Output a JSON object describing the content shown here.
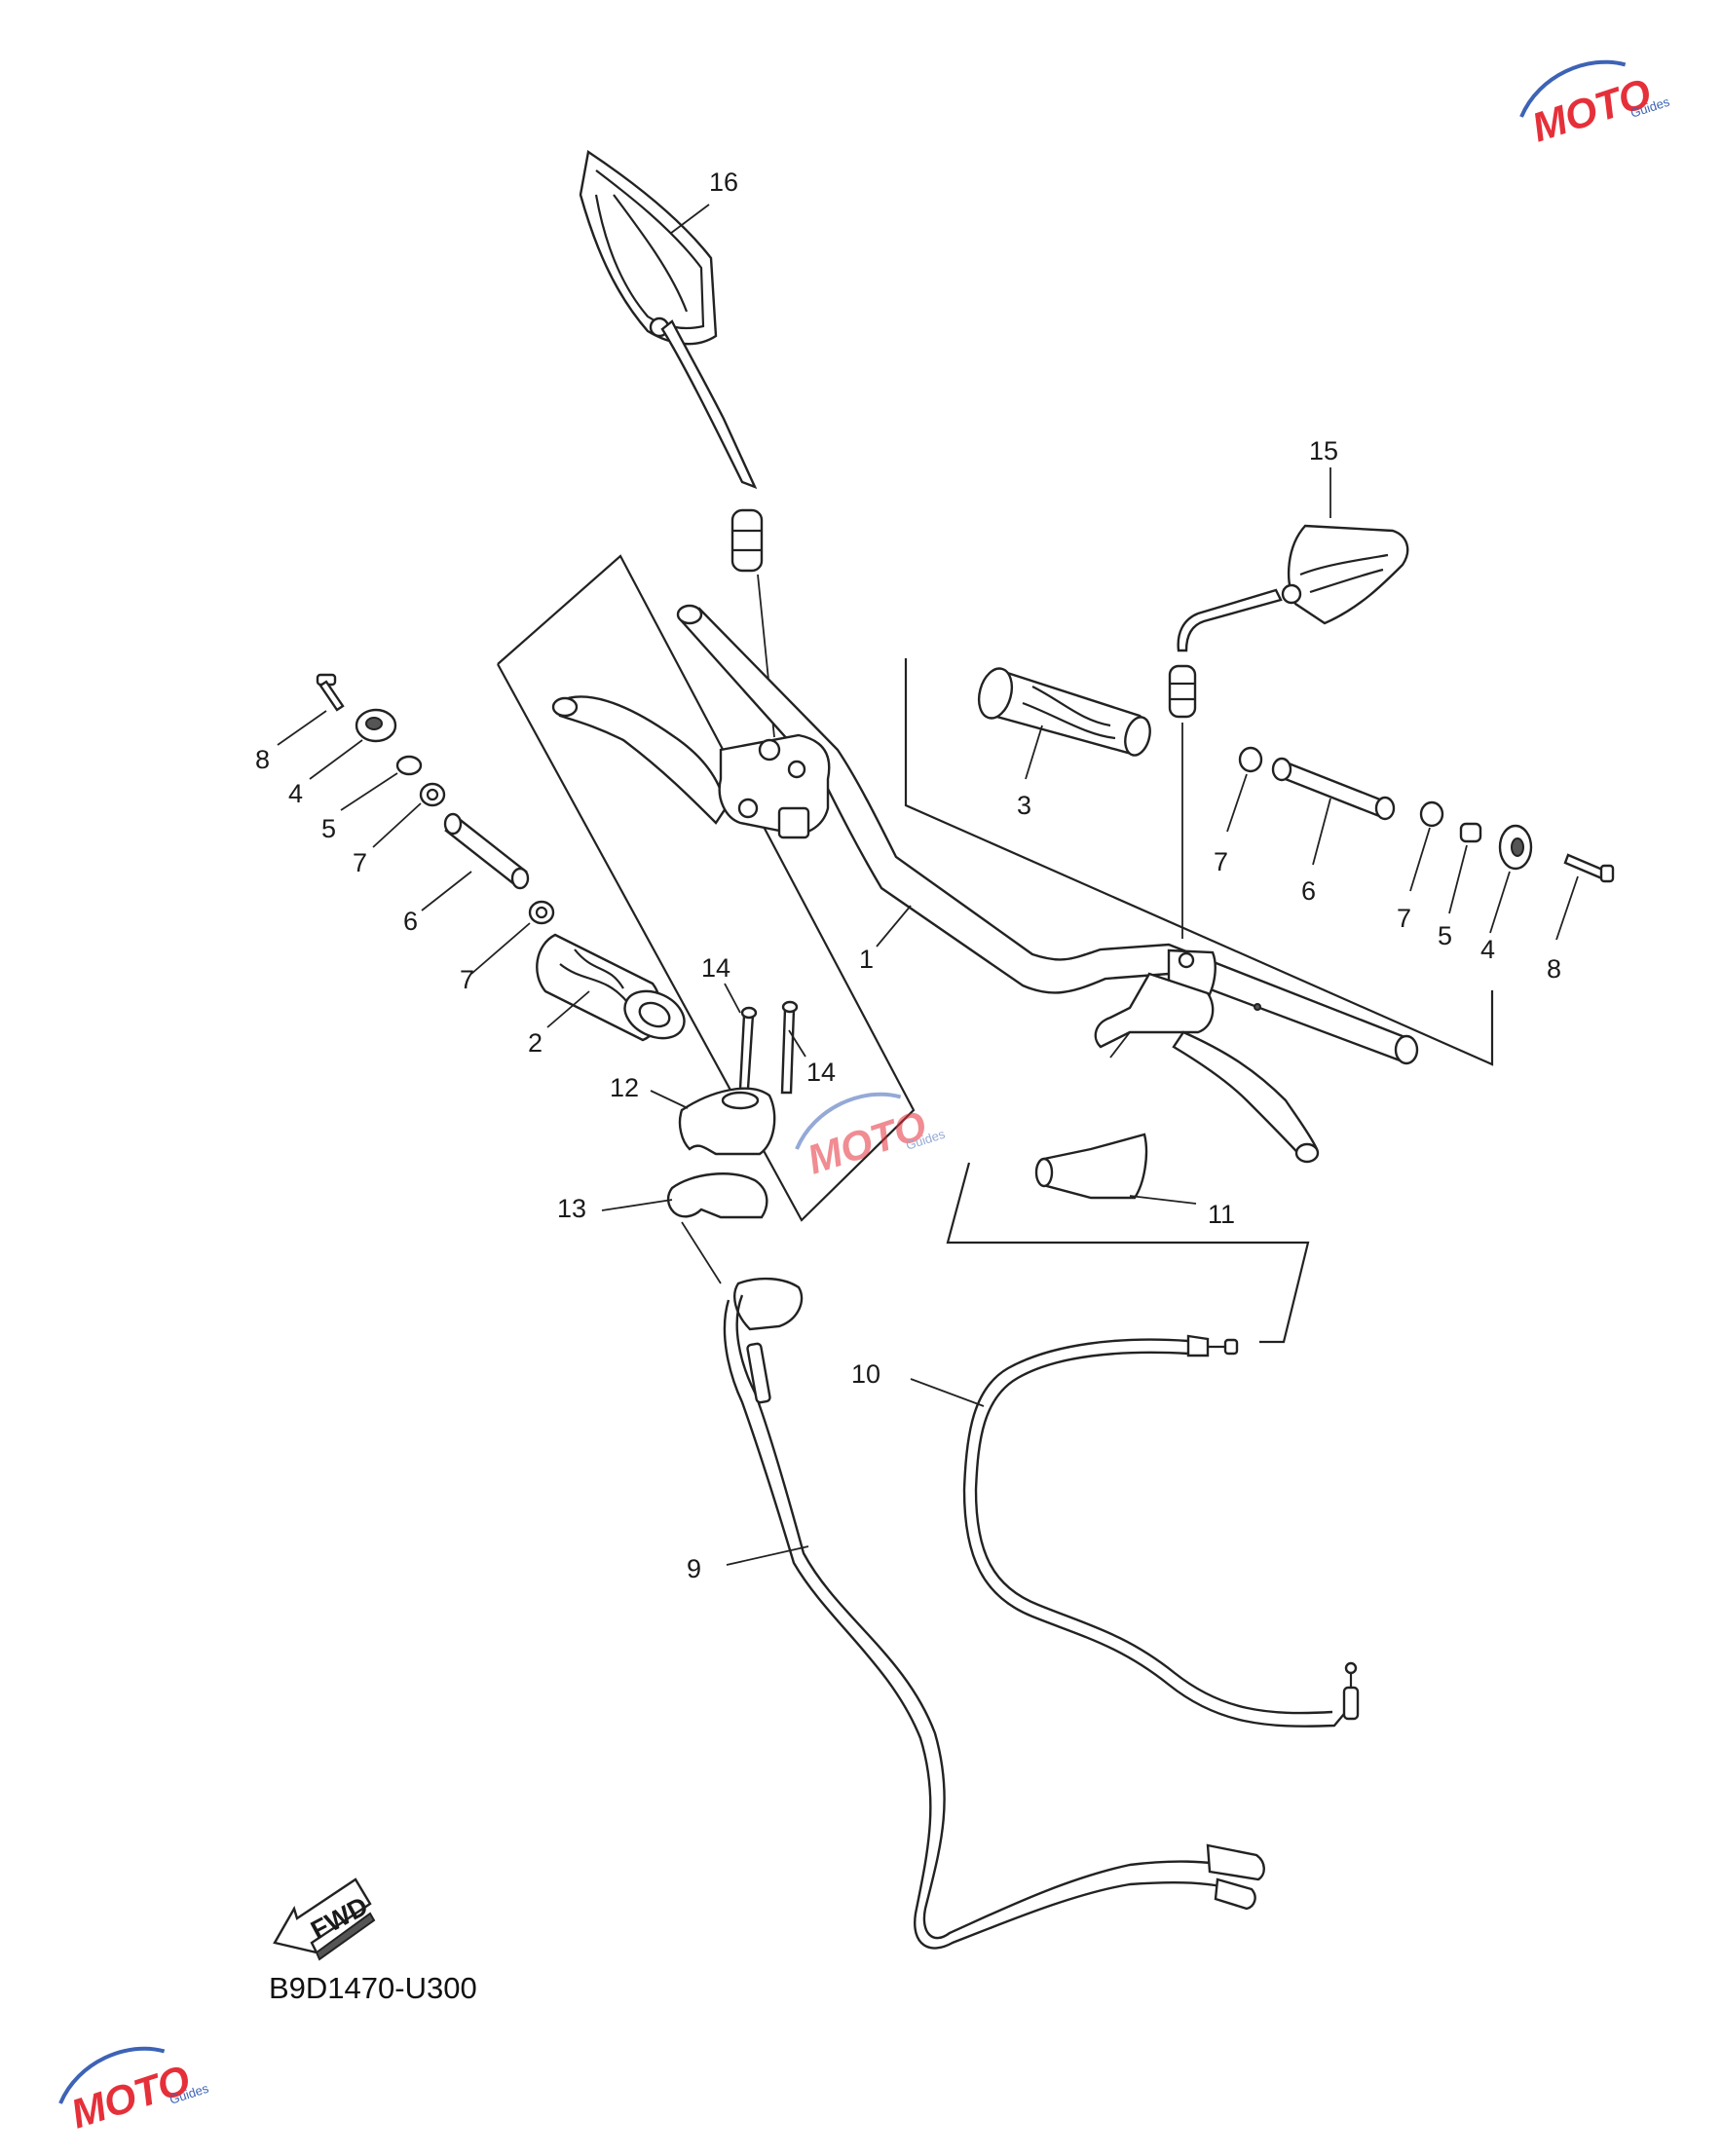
{
  "diagram": {
    "code": "B9D1470-U300",
    "fwd_label": "FWD",
    "callouts": {
      "c16": "16",
      "c15": "15",
      "c8L": "8",
      "c4L": "4",
      "c5L": "5",
      "c7La": "7",
      "c6L": "6",
      "c7Lb": "7",
      "c2": "2",
      "c14a": "14",
      "c14b": "14",
      "c12": "12",
      "c13": "13",
      "c1": "1",
      "c3": "3",
      "c7Ra": "7",
      "c6R": "6",
      "c7Rb": "7",
      "c5R": "5",
      "c4R": "4",
      "c8R": "8",
      "c11": "11",
      "c10": "10",
      "c9": "9"
    },
    "watermark": {
      "brand": "MOTO",
      "sub": "Guides",
      "colors": {
        "red": "#e5303a",
        "blue": "#3d63b6"
      }
    }
  }
}
